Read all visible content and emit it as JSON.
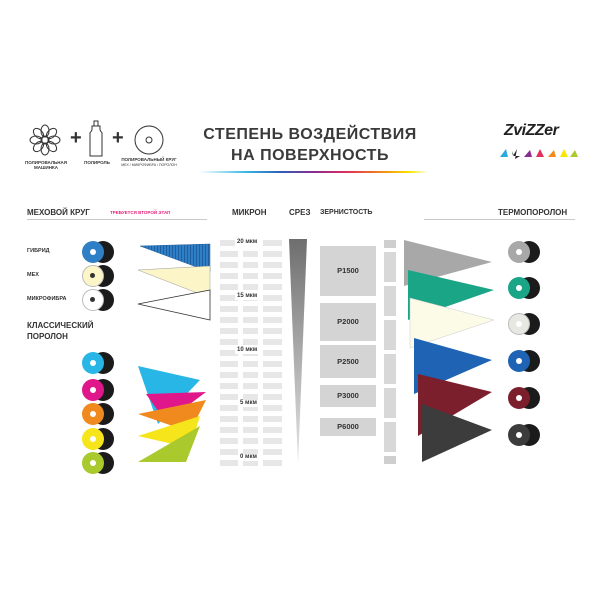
{
  "header": {
    "steps": [
      {
        "label": "ПОЛИРОВАЛЬНАЯ МАШИНКА"
      },
      {
        "label": "ПОЛИРОЛЬ"
      },
      {
        "label": "ПОЛИРОВАЛЬНЫЙ КРУГ",
        "sublabel": "МЕХ / МИКРОФИБРА / ПОРОЛОН"
      }
    ],
    "plus": "+",
    "title_line1": "СТЕПЕНЬ ВОЗДЕЙСТВИЯ",
    "title_line2": "НА ПОВЕРХНОСТЬ",
    "logo": "ZviZZer"
  },
  "left": {
    "fur_title": "МЕХОВОЙ КРУГ",
    "fur_note": "ТРЕБУЕТСЯ ВТОРОЙ ЭТАП",
    "fur_items": [
      {
        "label": "ГИБРИД",
        "color": "#2f7fc6"
      },
      {
        "label": "МЕХ",
        "color": "#fbf5c8"
      },
      {
        "label": "МИКРОФИБРА",
        "color": "#ffffff"
      }
    ],
    "foam_title_line1": "КЛАССИЧЕСКИЙ",
    "foam_title_line2": "ПОРОЛОН",
    "foam_items": [
      {
        "color": "#28b6e6"
      },
      {
        "color": "#e0178a"
      },
      {
        "color": "#f08a1e"
      },
      {
        "color": "#f6e51b"
      },
      {
        "color": "#a9c92c"
      }
    ]
  },
  "columns": {
    "micron": "МИКРОН",
    "cut": "СРЕЗ",
    "grit": "ЗЕРНИСТОСТЬ",
    "thermo": "ТЕРМОПОРОЛОН"
  },
  "micron_labels": [
    "20 мкм",
    "15 мкм",
    "10 мкм",
    "5 мкм",
    "0 мкм"
  ],
  "grit_labels": [
    "P1500",
    "P2000",
    "P2500",
    "P3000",
    "P6000"
  ],
  "right": {
    "thermo_items": [
      {
        "color": "#a8a8a8"
      },
      {
        "color": "#1aa587"
      },
      {
        "color": "#e8e8e2"
      },
      {
        "color": "#1f63b4"
      },
      {
        "color": "#7c1f2c"
      },
      {
        "color": "#3c3c3c"
      }
    ]
  }
}
